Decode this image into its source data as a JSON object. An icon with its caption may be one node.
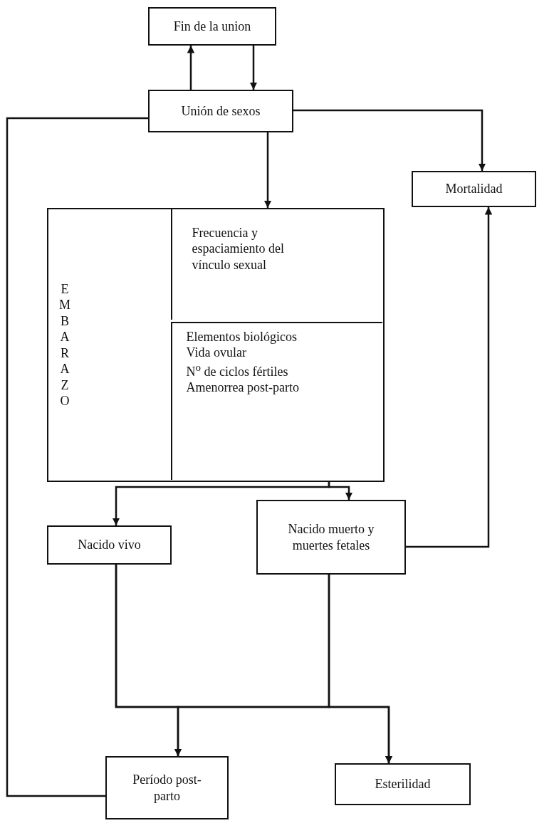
{
  "diagram": {
    "nodes": [
      {
        "text": [
          "Fin de la union"
        ]
      },
      {
        "text": [
          "Unión de sexos"
        ]
      },
      {
        "text": [
          "Mortalidad"
        ]
      },
      {
        "text": [
          "EMBARAZO"
        ]
      },
      {
        "text": [
          "Frecuencia y espaciamiento del vínculo sexual"
        ],
        "in": 3
      },
      {
        "text": [
          "Elementos biológicos",
          "Vida ovular",
          "N$^{o}$ de ciclos fértiles",
          "Amenorrea post-parto"
        ],
        "in": 3
      },
      {
        "text": [
          "Nacido vivo"
        ]
      },
      {
        "text": [
          "Nacido muerto y muertes fetales"
        ]
      },
      {
        "text": [
          "Período post-parto"
        ]
      },
      {
        "text": [
          "Esterilidad"
        ]
      }
    ],
    "edges": [
      {
        "from": 1,
        "to": 0,
        "arrow": "to"
      },
      {
        "from": 0,
        "to": 1,
        "arrow": "to"
      },
      {
        "from": 1,
        "to": 2,
        "arrow": "to"
      },
      {
        "from": 1,
        "to": 3,
        "arrow": "to"
      },
      {
        "from": 3,
        "to": 6,
        "arrow": "to"
      },
      {
        "from": 3,
        "to": 7,
        "arrow": "to"
      },
      {
        "from": 7,
        "to": 2,
        "arrow": "to"
      },
      {
        "from": 6,
        "to": 8,
        "arrow": "to"
      },
      {
        "from": 6,
        "to": 9,
        "arrow": "to"
      },
      {
        "from": 7,
        "to": 8,
        "arrow": "to"
      },
      {
        "from": 7,
        "to": 9,
        "arrow": "to"
      },
      {
        "from": 8,
        "to": 1,
        "arrow": "none"
      }
    ]
  }
}
